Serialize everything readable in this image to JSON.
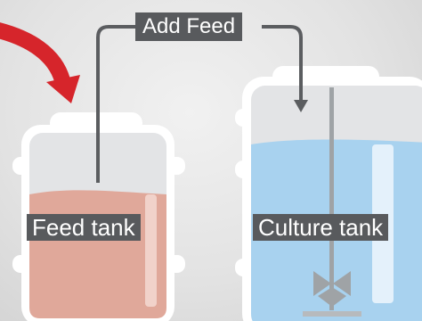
{
  "diagram": {
    "add_feed_label": "Add Feed",
    "feed_tank_label": "Feed tank",
    "culture_tank_label": "Culture tank"
  },
  "colors": {
    "background": "#e3e3e3",
    "tank_outline": "#ffffff",
    "tank_interior": "#e3e4e6",
    "feed_liquid": "#e0a89a",
    "culture_liquid": "#a8d2ef",
    "pipe": "#5b5d60",
    "label_bg": "#585a5d",
    "label_text": "#ffffff",
    "arrow_red": "#d6252b",
    "impeller": "#9fa3a6"
  }
}
